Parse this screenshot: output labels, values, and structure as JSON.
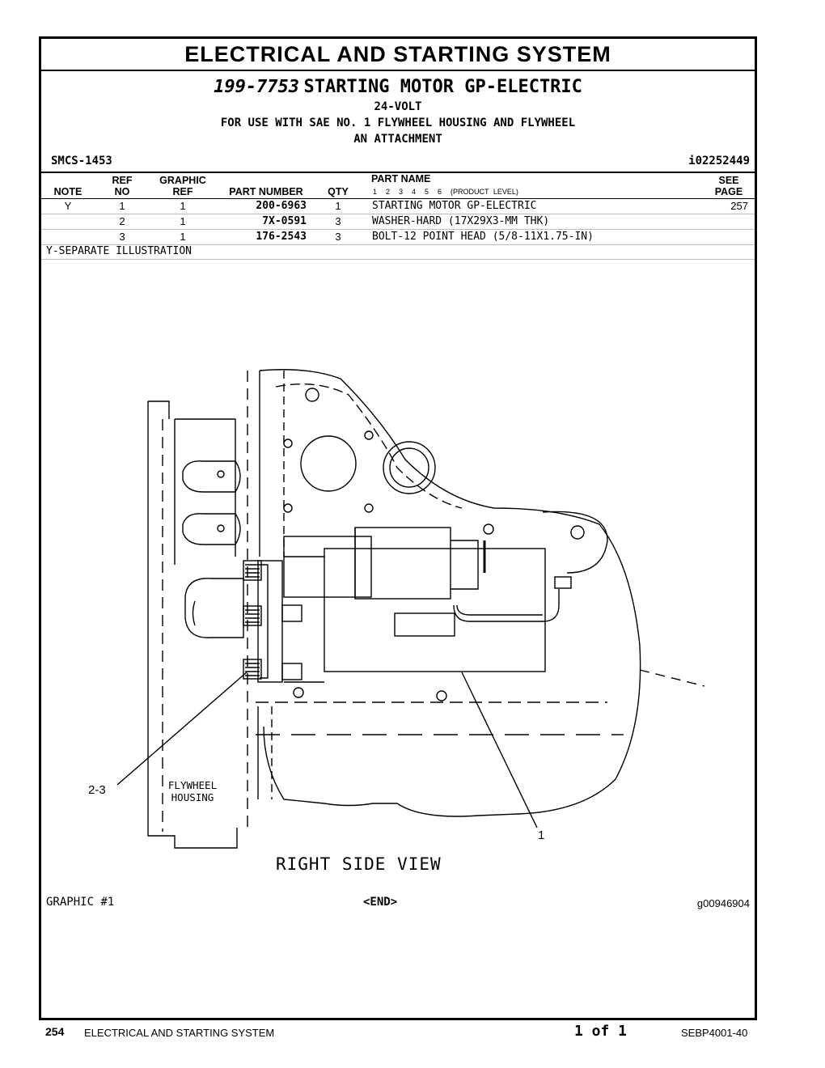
{
  "header": {
    "title": "ELECTRICAL AND STARTING SYSTEM",
    "group_number": "199-7753",
    "group_name": "STARTING MOTOR GP-ELECTRIC",
    "line1": "24-VOLT",
    "line2": "FOR USE WITH SAE NO. 1 FLYWHEEL HOUSING AND FLYWHEEL",
    "line3": "AN ATTACHMENT",
    "smcs": "SMCS-1453",
    "info_id": "i02252449"
  },
  "table": {
    "headers": {
      "note": "NOTE",
      "ref_top": "REF",
      "ref_bottom": "NO",
      "graphic_top": "GRAPHIC",
      "graphic_bottom": "REF",
      "part_number": "PART NUMBER",
      "qty": "QTY",
      "part_name": "PART NAME",
      "levels": "1  2  3  4  5  6  (PRODUCT LEVEL)",
      "see_top": "SEE",
      "see_bottom": "PAGE"
    },
    "rows": [
      {
        "note": "Y",
        "ref": "1",
        "graphic": "1",
        "part_number": "200-6963",
        "qty": "1",
        "part_name": "STARTING MOTOR GP-ELECTRIC",
        "see_page": "257"
      },
      {
        "note": "",
        "ref": "2",
        "graphic": "1",
        "part_number": "7X-0591",
        "qty": "3",
        "part_name": "WASHER-HARD (17X29X3-MM THK)",
        "see_page": ""
      },
      {
        "note": "",
        "ref": "3",
        "graphic": "1",
        "part_number": "176-2543",
        "qty": "3",
        "part_name": "BOLT-12 POINT HEAD (5/8-11X1.75-IN)",
        "see_page": ""
      }
    ],
    "note_text": "Y-SEPARATE ILLUSTRATION"
  },
  "figure": {
    "callout_23": "2-3",
    "callout_1": "1",
    "flywheel_line1": "FLYWHEEL",
    "flywheel_line2": "HOUSING",
    "view_label": "RIGHT SIDE VIEW"
  },
  "graphic_footer": {
    "graphic_label": "GRAPHIC #1",
    "end_label": "<END>",
    "graphic_id": "g00946904"
  },
  "page_footer": {
    "page_number": "254",
    "section": "ELECTRICAL AND STARTING SYSTEM",
    "of_label": "1 of 1",
    "doc_id": "SEBP4001-40"
  }
}
